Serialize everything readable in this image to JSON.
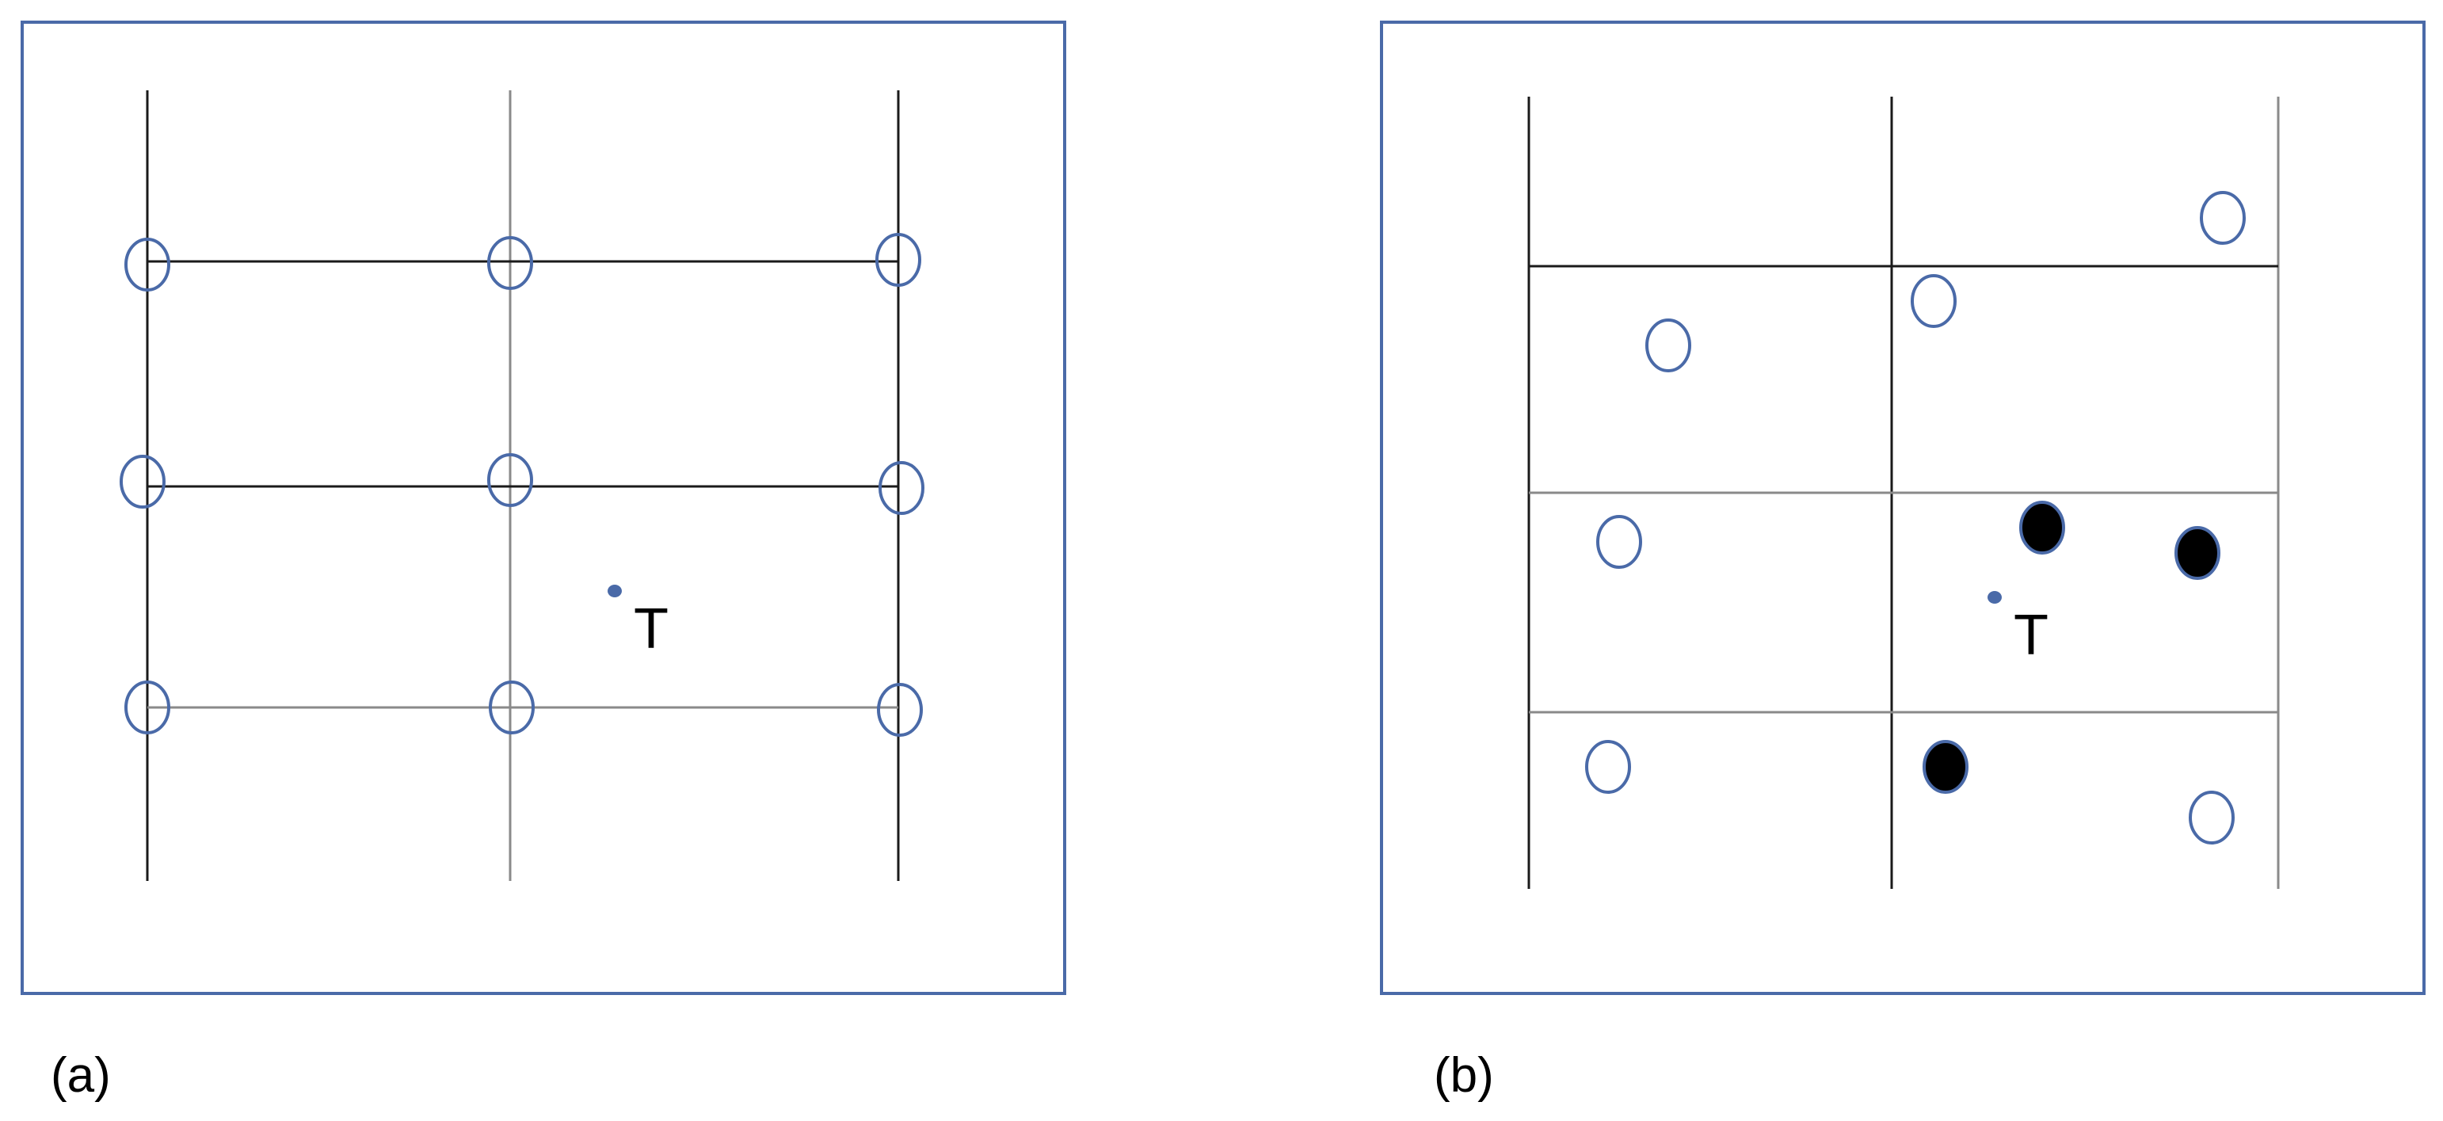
{
  "colors": {
    "frame": "#4a6aa8",
    "grid_dark": "#1a1a1a",
    "grid_light": "#8a8a8a",
    "node_outline": "#4a6aa8",
    "filled_node": "#000000",
    "target_dot": "#4a6aa8"
  },
  "panel_a": {
    "label": "(a)",
    "target_label": "T"
  },
  "panel_b": {
    "label": "(b)",
    "target_label": "T"
  }
}
